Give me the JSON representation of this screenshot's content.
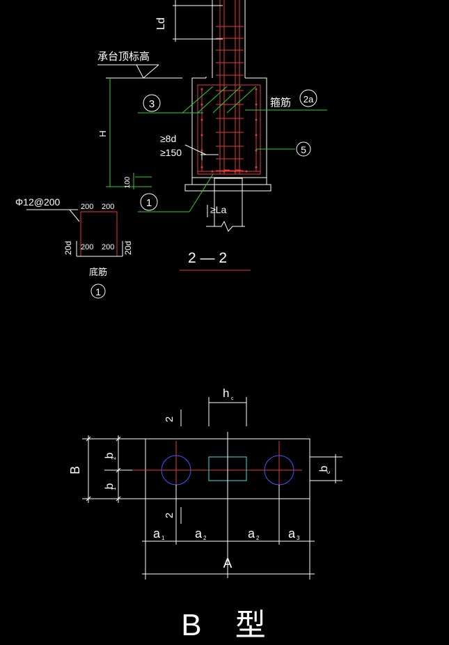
{
  "colors": {
    "background": "#000000",
    "line_white": "#ffffff",
    "rebar_red": "#e83a3a",
    "leader_green": "#2bd52b",
    "pile_blue": "#3d5bff",
    "column_cyan": "#2ee6e6"
  },
  "section": {
    "ld_label": "Ld",
    "cap_top_label": "承台顶标高",
    "h_label": "H",
    "dim_100": "100",
    "min_8d": "≥8d",
    "min_150": "≥150",
    "stirrup_label": "箍筋",
    "min_la": "≥La",
    "title": "2 — 2",
    "markers": {
      "m3": "3",
      "m2a": "2a",
      "m5": "5",
      "m1": "1"
    }
  },
  "detail": {
    "rebar_spec": "Φ12@200",
    "top_dims": [
      "200",
      "200"
    ],
    "bottom_dims": [
      "200",
      "200"
    ],
    "side_left": "20d",
    "side_right": "20d",
    "caption": "底筋",
    "marker": "1"
  },
  "plan": {
    "hc_label": "h",
    "hc_sub": "c",
    "section_mark_top": "2",
    "section_mark_bottom": "2",
    "B_label": "B",
    "b2_label": "b",
    "b2_sub": "2",
    "b1_label": "b",
    "b1_sub": "1",
    "bc_label": "b",
    "bc_sub": "c",
    "a1_label": "a",
    "a1_sub": "1",
    "a2_label": "a",
    "a2_sub": "2",
    "a2b_label": "a",
    "a2b_sub": "2",
    "a3_label": "a",
    "a3_sub": "3",
    "A_label": "A",
    "title": "B 型"
  }
}
